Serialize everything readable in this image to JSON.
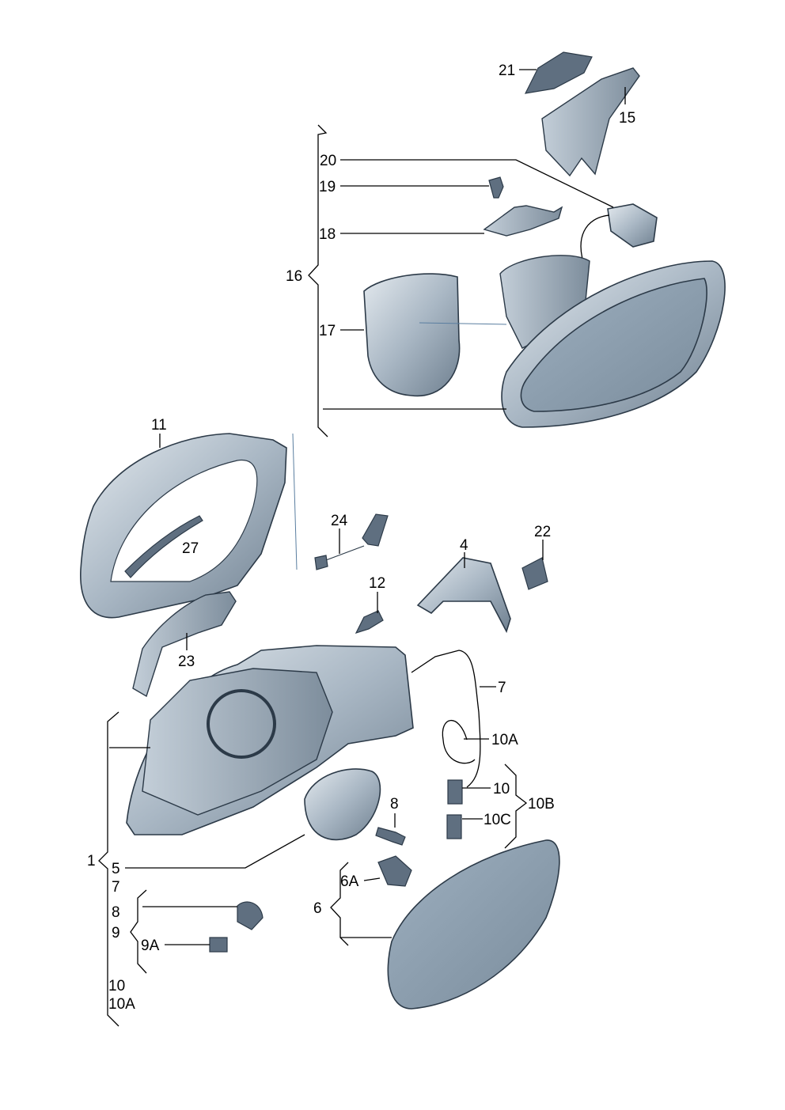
{
  "diagram": {
    "title": "Exterior and interior mirror exploded parts diagram",
    "colors": {
      "part_light": "#c9d3dc",
      "part_dark": "#7d8d9c",
      "outline": "#2c3a48"
    },
    "labels": {
      "l21": "21",
      "l15": "15",
      "l20": "20",
      "l19": "19",
      "l18": "18",
      "l16": "16",
      "l17": "17",
      "l11": "11",
      "l24": "24",
      "l27": "27",
      "l4": "4",
      "l22": "22",
      "l12": "12",
      "l23": "23",
      "l7": "7",
      "l10A": "10A",
      "l10": "10",
      "l10B": "10B",
      "l10C": "10C",
      "l8": "8",
      "l1": "1",
      "g5": "5",
      "g7": "7",
      "g8": "8",
      "g9": "9",
      "l9A": "9A",
      "g10": "10",
      "g10A": "10A",
      "l6A": "6A",
      "l6": "6"
    }
  }
}
